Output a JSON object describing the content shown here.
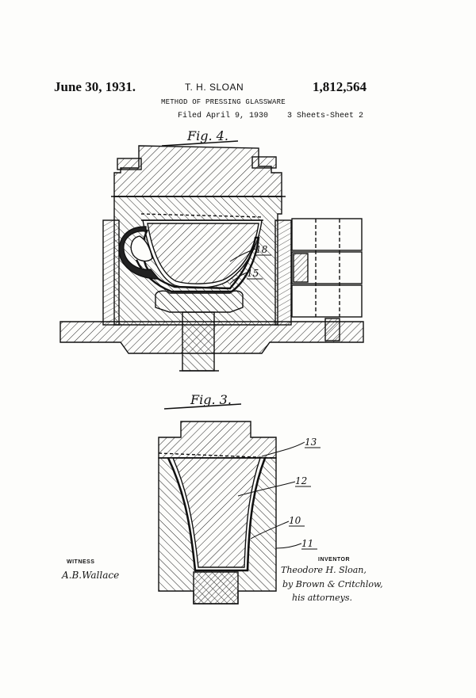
{
  "header": {
    "date": "June 30, 1931.",
    "inventor": "T. H. SLOAN",
    "patent_number": "1,812,564",
    "title": "METHOD OF PRESSING GLASSWARE",
    "filed": "Filed April 9, 1930",
    "sheets": "3 Sheets-Sheet 2"
  },
  "figures": {
    "fig4": {
      "label": "Fig. 4.",
      "refs": {
        "r18": "18",
        "r15": "15"
      }
    },
    "fig3": {
      "label": "Fig. 3.",
      "refs": {
        "r13": "13",
        "r12": "12",
        "r10": "10",
        "r11": "11"
      }
    }
  },
  "footer": {
    "witness_heading": "WITNESS",
    "witness_signature": "A.B.Wallace",
    "inventor_heading": "INVENTOR",
    "inventor_signature_lines": [
      "Theodore H. Sloan,",
      "by Brown & Critchlow,",
      "his attorneys."
    ]
  }
}
